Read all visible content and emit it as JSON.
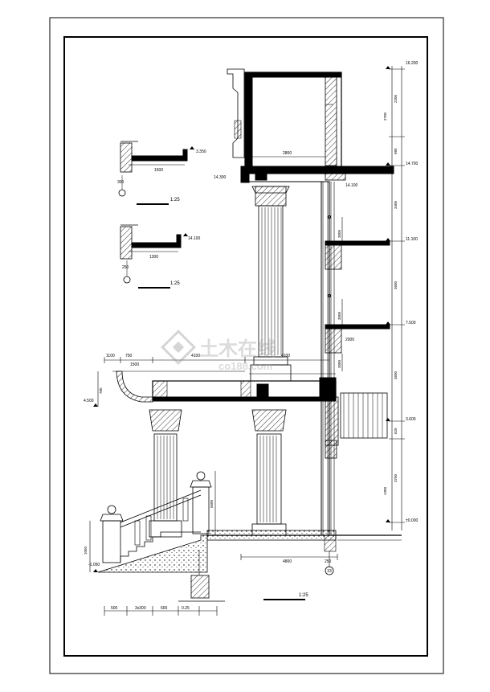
{
  "scales": {
    "detail_top": "1:25",
    "detail_mid": "1:25",
    "main": "1:25"
  },
  "levels": {
    "top": "16.200",
    "roof": "14.700",
    "floor3": "11.100",
    "floor2": "7.500",
    "terrace": "3.600",
    "ground": "±0.000",
    "canopy": "4.500",
    "exterior": "-1.050",
    "d1": "3.350",
    "d2": "14.100",
    "r1": "14.100",
    "l1": "14.300"
  },
  "right_dims": [
    "2200",
    "2700",
    "980",
    "3400",
    "3600",
    "3600",
    "620",
    "3700",
    "1300"
  ],
  "dims": {
    "canopy_w1": "1500",
    "canopy_w2": "4100",
    "canopy_w3": "4100",
    "canopy_a": "1100",
    "canopy_b": "750",
    "top_room": "2800",
    "det1_w": "1500",
    "det2_w": "1300",
    "base_w": "4800",
    "base_w2": "250",
    "stair1": "500",
    "stair2": "3x300",
    "stair3": "600",
    "stair4": "0.25",
    "left_h": "1050",
    "small1": "300",
    "small2": "250",
    "col_h1": "5600",
    "col_h2": "780",
    "w1": "3000",
    "w2": "3000",
    "w3": "3000",
    "w4": "2000"
  },
  "axis": "33",
  "watermark": {
    "brand": "土木在线",
    "domain": "co188.com"
  }
}
